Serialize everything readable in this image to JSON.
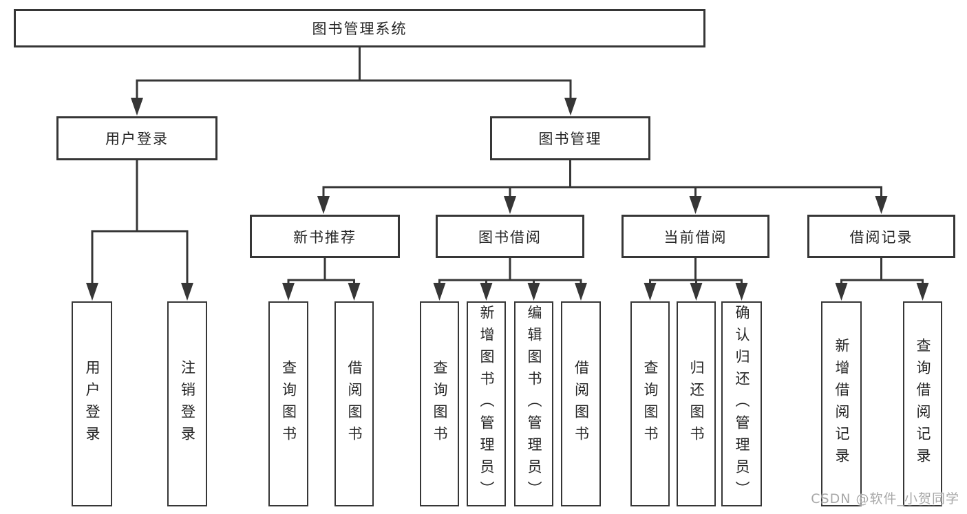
{
  "colors": {
    "line": "#363636",
    "box_border": "#363636",
    "text": "#252525",
    "watermark": "#a8a8a8",
    "background": "#ffffff"
  },
  "root": {
    "label": "图书管理系统"
  },
  "level1": [
    {
      "label": "用户登录"
    },
    {
      "label": "图书管理"
    }
  ],
  "level2": [
    {
      "label": "新书推荐"
    },
    {
      "label": "图书借阅"
    },
    {
      "label": "当前借阅"
    },
    {
      "label": "借阅记录"
    }
  ],
  "leaves": {
    "user_login": [
      {
        "label": "用户登录"
      },
      {
        "label": "注销登录"
      }
    ],
    "new_book": [
      {
        "label": "查询图书"
      },
      {
        "label": "借阅图书"
      }
    ],
    "borrow": [
      {
        "label": "查询图书"
      },
      {
        "label": "新增图书（管理员）"
      },
      {
        "label": "编辑图书（管理员）"
      },
      {
        "label": "借阅图书"
      }
    ],
    "current": [
      {
        "label": "查询图书"
      },
      {
        "label": "归还图书"
      },
      {
        "label": "确认归还（管理员）"
      }
    ],
    "records": [
      {
        "label": "新增借阅记录"
      },
      {
        "label": "查询借阅记录"
      }
    ]
  },
  "watermark": "CSDN @软件_小贺同学"
}
